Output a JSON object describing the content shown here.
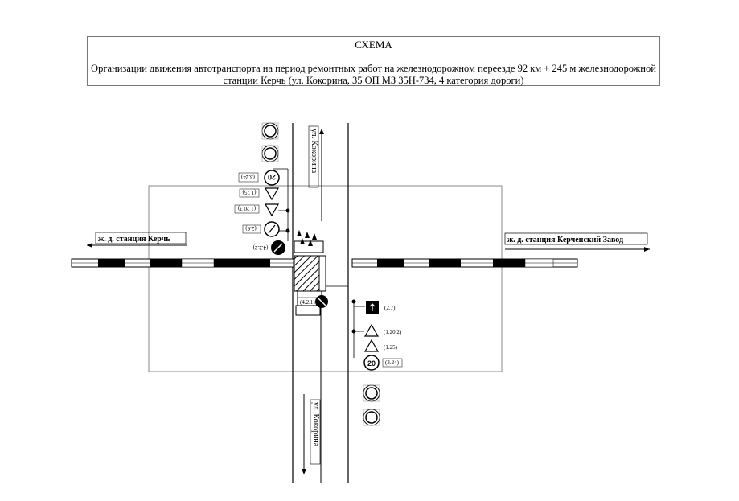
{
  "header": {
    "title": "СХЕМА",
    "subtitle": "Организации движения автотранспорта на период ремонтных работ на железнодорожном переезде 92 км + 245 м железнодорожной станции  Керчь (ул. Кокорина, 35 ОП МЗ 35Н-734, 4 категория дороги)"
  },
  "stations": {
    "left": "ж. д. станция Керчь",
    "right": "ж. д. станция Керченский Завод"
  },
  "streets": {
    "top": "ул. Кокорина",
    "bottom": "ул. Кокорина"
  },
  "signs_left": {
    "s324": "(3.24)",
    "s125": "(1.25)",
    "s1203": "(1.20.3)",
    "s26": "(2.6)",
    "s422": "(4.2.2)",
    "speed": "20"
  },
  "signs_right": {
    "s421": "(4.2.1)",
    "s27": "(2.7)",
    "s1202": "(1.20.2)",
    "s125": "(1.25)",
    "s324": "(3.24)",
    "speed": "20"
  },
  "colors": {
    "line": "#000000",
    "frame": "#777777",
    "sign_red": "#c00000"
  }
}
